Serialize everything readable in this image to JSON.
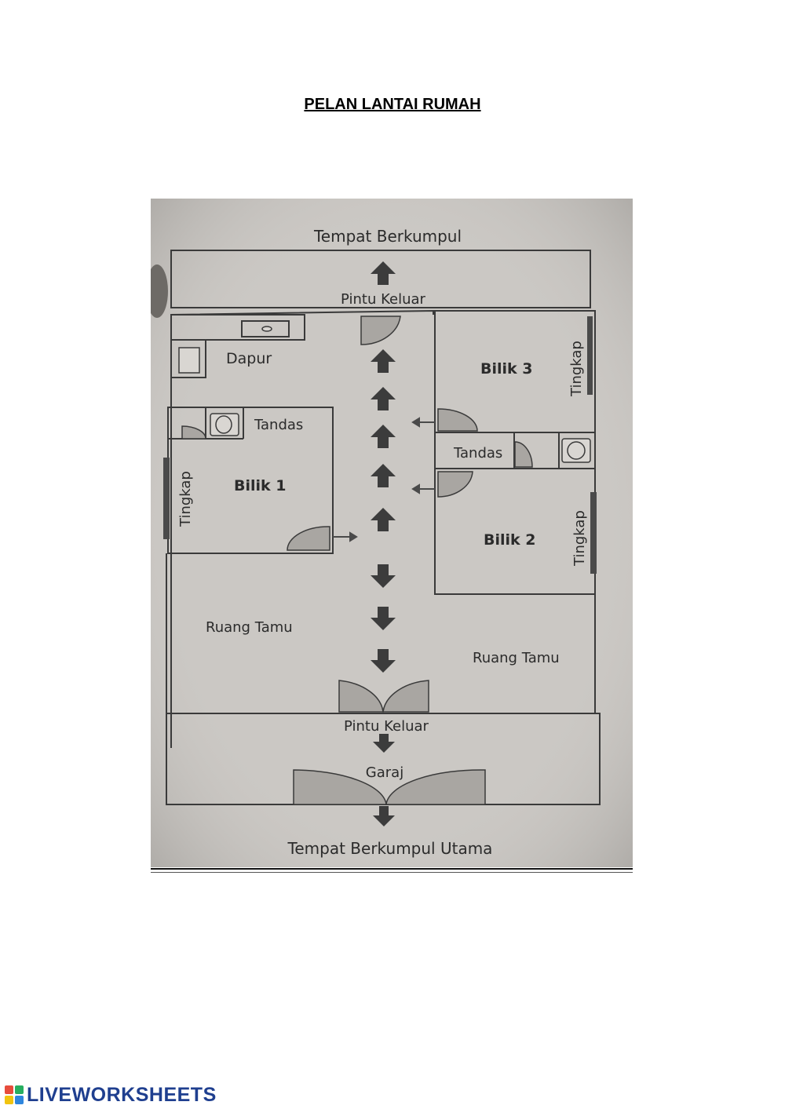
{
  "title": "PELAN LANTAI RUMAH",
  "plan": {
    "top_gathering": "Tempat Berkumpul",
    "top_exit": "Pintu Keluar",
    "kitchen": "Dapur",
    "room3": "Bilik 3",
    "window_room3": "Tingkap",
    "toilet_left": "Tandas",
    "toilet_right": "Tandas",
    "room1": "Bilik 1",
    "window_room1": "Tingkap",
    "room2": "Bilik 2",
    "window_room2": "Tingkap",
    "living_left": "Ruang Tamu",
    "living_right": "Ruang Tamu",
    "bottom_exit": "Pintu Keluar",
    "garage": "Garaj",
    "main_gathering": "Tempat Berkumpul Utama"
  },
  "brand": {
    "text": "LIVEWORKSHEETS"
  },
  "colors": {
    "paper": "#c9c6c2",
    "line": "#3a3a3a",
    "door_fill": "#a9a6a2",
    "arrow": "#3c3c3c",
    "window": "#4a4a4a",
    "brand": "#1f3f8f"
  }
}
